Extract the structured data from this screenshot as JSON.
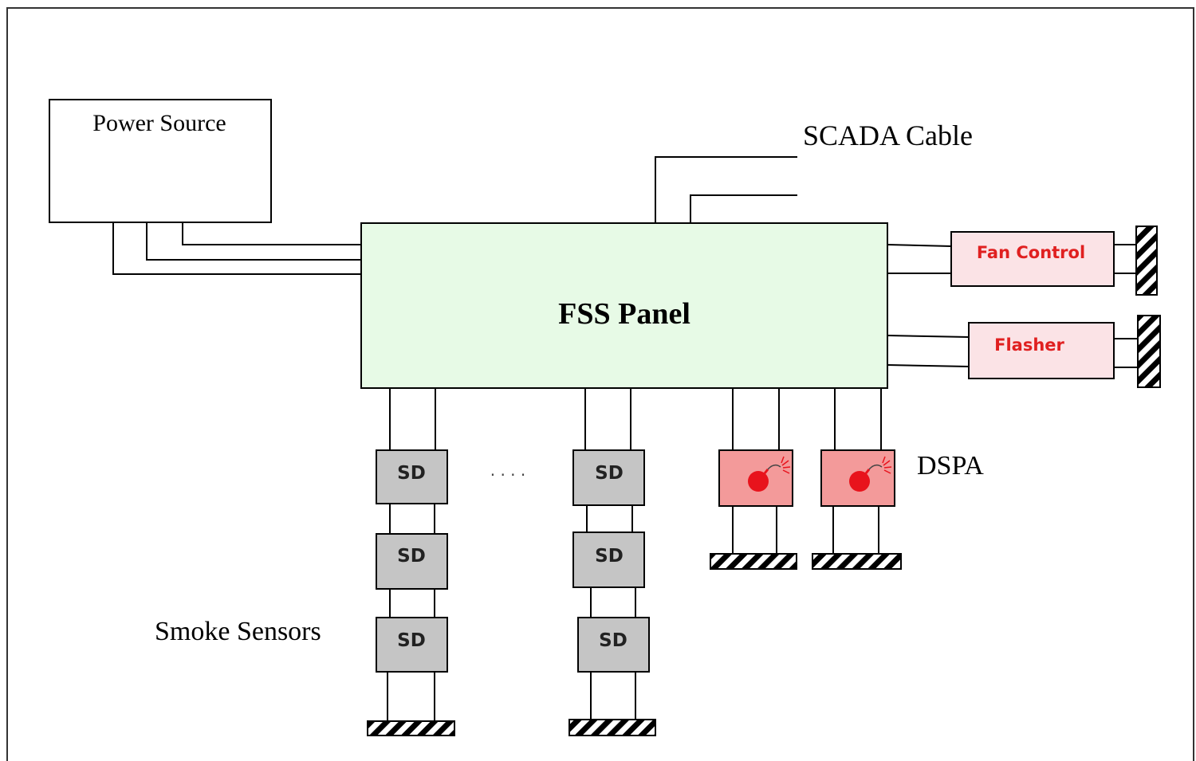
{
  "power_source": {
    "label": "Power Source"
  },
  "scada": {
    "label": "SCADA Cable"
  },
  "panel": {
    "label": "FSS Panel"
  },
  "fan_control": {
    "label": "Fan Control"
  },
  "flasher": {
    "label": "Flasher"
  },
  "dspa": {
    "label": "DSPA"
  },
  "smoke": {
    "label": "Smoke Sensors",
    "sensor_label": "SD",
    "ellipsis": ". . . ."
  },
  "colors": {
    "panel_fill": "#e7fae6",
    "alarm_fill": "#fbe3e6",
    "alarm_text": "#e02020",
    "sensor_fill": "#c5c5c5",
    "dspa_fill": "#f39a9a",
    "bomb": "#e8131c"
  }
}
